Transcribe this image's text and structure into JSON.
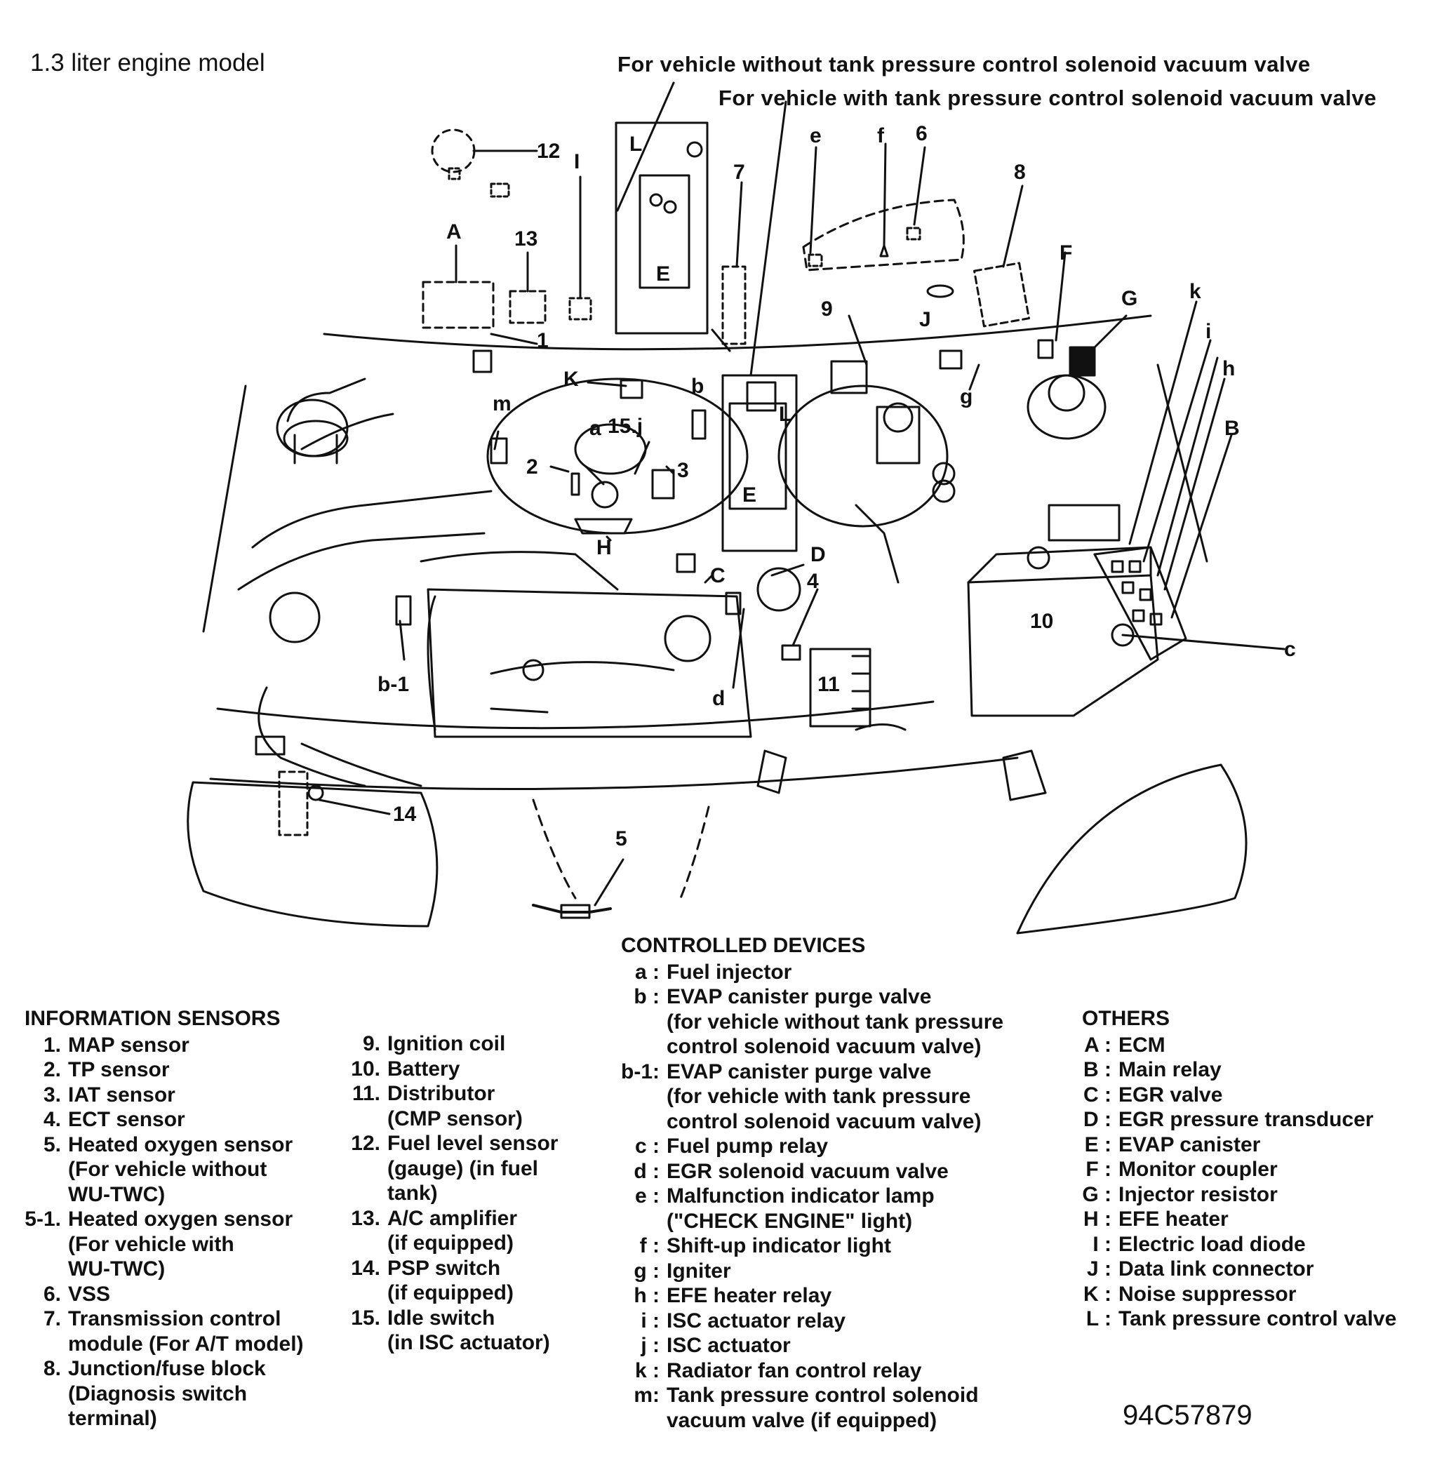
{
  "title": "1.3 liter engine model",
  "notes": {
    "without_valve": "For vehicle without tank pressure control solenoid vacuum valve",
    "with_valve": "For vehicle with tank pressure control solenoid vacuum valve"
  },
  "callouts": {
    "n1": "1",
    "n2": "2",
    "n3": "3",
    "n4": "4",
    "n5": "5",
    "n6": "6",
    "n7": "7",
    "n8": "8",
    "n9": "9",
    "n10": "10",
    "n11": "11",
    "n12": "12",
    "n13": "13",
    "n14": "14",
    "n15j": "15.j",
    "A": "A",
    "B": "B",
    "C": "C",
    "D": "D",
    "E1": "E",
    "E2": "E",
    "F": "F",
    "G": "G",
    "H": "H",
    "I": "I",
    "J": "J",
    "K": "K",
    "L1": "L",
    "L2": "L",
    "a": "a",
    "b": "b",
    "b1": "b-1",
    "c": "c",
    "d": "d",
    "e": "e",
    "f": "f",
    "g": "g",
    "h": "h",
    "i": "i",
    "k": "k",
    "m": "m"
  },
  "sensors": {
    "heading": "INFORMATION SENSORS",
    "col1": [
      {
        "num": "1.",
        "lines": [
          "MAP sensor"
        ]
      },
      {
        "num": "2.",
        "lines": [
          "TP sensor"
        ]
      },
      {
        "num": "3.",
        "lines": [
          "IAT sensor"
        ]
      },
      {
        "num": "4.",
        "lines": [
          "ECT sensor"
        ]
      },
      {
        "num": "5.",
        "lines": [
          "Heated oxygen sensor",
          "(For vehicle without",
          "WU-TWC)"
        ]
      },
      {
        "num": "5-1.",
        "lines": [
          "Heated oxygen sensor",
          "(For vehicle with",
          "WU-TWC)"
        ]
      },
      {
        "num": "6.",
        "lines": [
          "VSS"
        ]
      },
      {
        "num": "7.",
        "lines": [
          "Transmission control",
          "module (For A/T model)"
        ]
      },
      {
        "num": "8.",
        "lines": [
          "Junction/fuse block",
          "(Diagnosis switch",
          "terminal)"
        ]
      }
    ],
    "col2": [
      {
        "num": "9.",
        "lines": [
          "Ignition coil"
        ]
      },
      {
        "num": "10.",
        "lines": [
          "Battery"
        ]
      },
      {
        "num": "11.",
        "lines": [
          "Distributor",
          "(CMP sensor)"
        ]
      },
      {
        "num": "12.",
        "lines": [
          "Fuel level sensor",
          "(gauge) (in fuel",
          "tank)"
        ]
      },
      {
        "num": "13.",
        "lines": [
          "A/C amplifier",
          "(if equipped)"
        ]
      },
      {
        "num": "14.",
        "lines": [
          "PSP switch",
          "(if equipped)"
        ]
      },
      {
        "num": "15.",
        "lines": [
          "Idle switch",
          "(in ISC actuator)"
        ]
      }
    ]
  },
  "devices": {
    "heading": "CONTROLLED DEVICES",
    "items": [
      {
        "num": "a :",
        "lines": [
          "Fuel injector"
        ]
      },
      {
        "num": "b :",
        "lines": [
          "EVAP canister purge valve",
          "(for vehicle without tank pressure",
          "control solenoid vacuum valve)"
        ]
      },
      {
        "num": "b-1:",
        "lines": [
          "EVAP canister purge valve",
          "(for vehicle with tank pressure",
          "control solenoid vacuum valve)"
        ]
      },
      {
        "num": "c :",
        "lines": [
          "Fuel pump relay"
        ]
      },
      {
        "num": "d :",
        "lines": [
          "EGR solenoid vacuum valve"
        ]
      },
      {
        "num": "e :",
        "lines": [
          "Malfunction indicator lamp",
          "(\"CHECK ENGINE\" light)"
        ]
      },
      {
        "num": "f :",
        "lines": [
          "Shift-up indicator light"
        ]
      },
      {
        "num": "g :",
        "lines": [
          "Igniter"
        ]
      },
      {
        "num": "h :",
        "lines": [
          "EFE heater relay"
        ]
      },
      {
        "num": "i :",
        "lines": [
          "ISC actuator relay"
        ]
      },
      {
        "num": "j :",
        "lines": [
          "ISC actuator"
        ]
      },
      {
        "num": "k :",
        "lines": [
          "Radiator fan control relay"
        ]
      },
      {
        "num": "m:",
        "lines": [
          "Tank pressure control solenoid",
          "vacuum valve (if equipped)"
        ]
      }
    ]
  },
  "others": {
    "heading": "OTHERS",
    "items": [
      {
        "num": "A :",
        "lines": [
          "ECM"
        ]
      },
      {
        "num": "B :",
        "lines": [
          "Main relay"
        ]
      },
      {
        "num": "C :",
        "lines": [
          "EGR valve"
        ]
      },
      {
        "num": "D :",
        "lines": [
          "EGR pressure transducer"
        ]
      },
      {
        "num": "E :",
        "lines": [
          "EVAP canister"
        ]
      },
      {
        "num": "F :",
        "lines": [
          "Monitor coupler"
        ]
      },
      {
        "num": "G :",
        "lines": [
          "Injector resistor"
        ]
      },
      {
        "num": "H :",
        "lines": [
          "EFE heater"
        ]
      },
      {
        "num": "I :",
        "lines": [
          "Electric load diode"
        ]
      },
      {
        "num": "J :",
        "lines": [
          "Data link connector"
        ]
      },
      {
        "num": "K :",
        "lines": [
          "Noise suppressor"
        ]
      },
      {
        "num": "L :",
        "lines": [
          "Tank pressure control valve"
        ]
      }
    ]
  },
  "figure_code": "94C57879"
}
